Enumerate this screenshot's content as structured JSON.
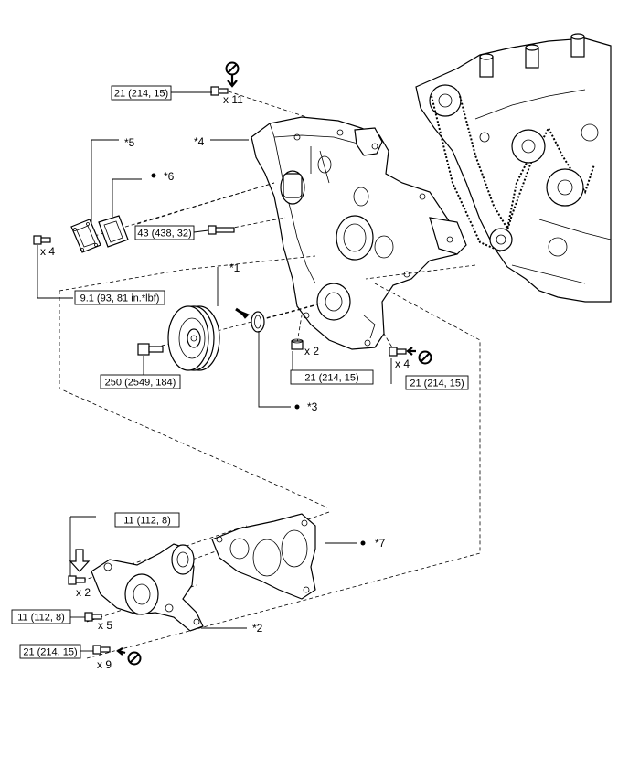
{
  "torques": {
    "cover_bolts_top": "21 (214, 15)",
    "seal_plate_bolts": "9.1 (93, 81 in.*lbf)",
    "cover_bolt_43": "43 (438, 32)",
    "pulley_bolt": "250 (2549, 184)",
    "nut_cover": "21 (214, 15)",
    "cover_bolts_right": "21 (214, 15)",
    "pump_bolts_upper": "11 (112, 8)",
    "pump_bolts_lower": "11 (112, 8)",
    "pump_bolts_bottom": "21 (214, 15)"
  },
  "quantities": {
    "q11": "x 11",
    "q4_left": "x 4",
    "q2_nut": "x 2",
    "q4_right": "x 4",
    "q2_pump": "x 2",
    "q5_pump": "x 5",
    "q9_pump": "x 9"
  },
  "callouts": {
    "c1": "*1",
    "c2": "*2",
    "c3": "*3",
    "c4": "*4",
    "c5": "*5",
    "c6": "*6",
    "c7": "*7"
  }
}
